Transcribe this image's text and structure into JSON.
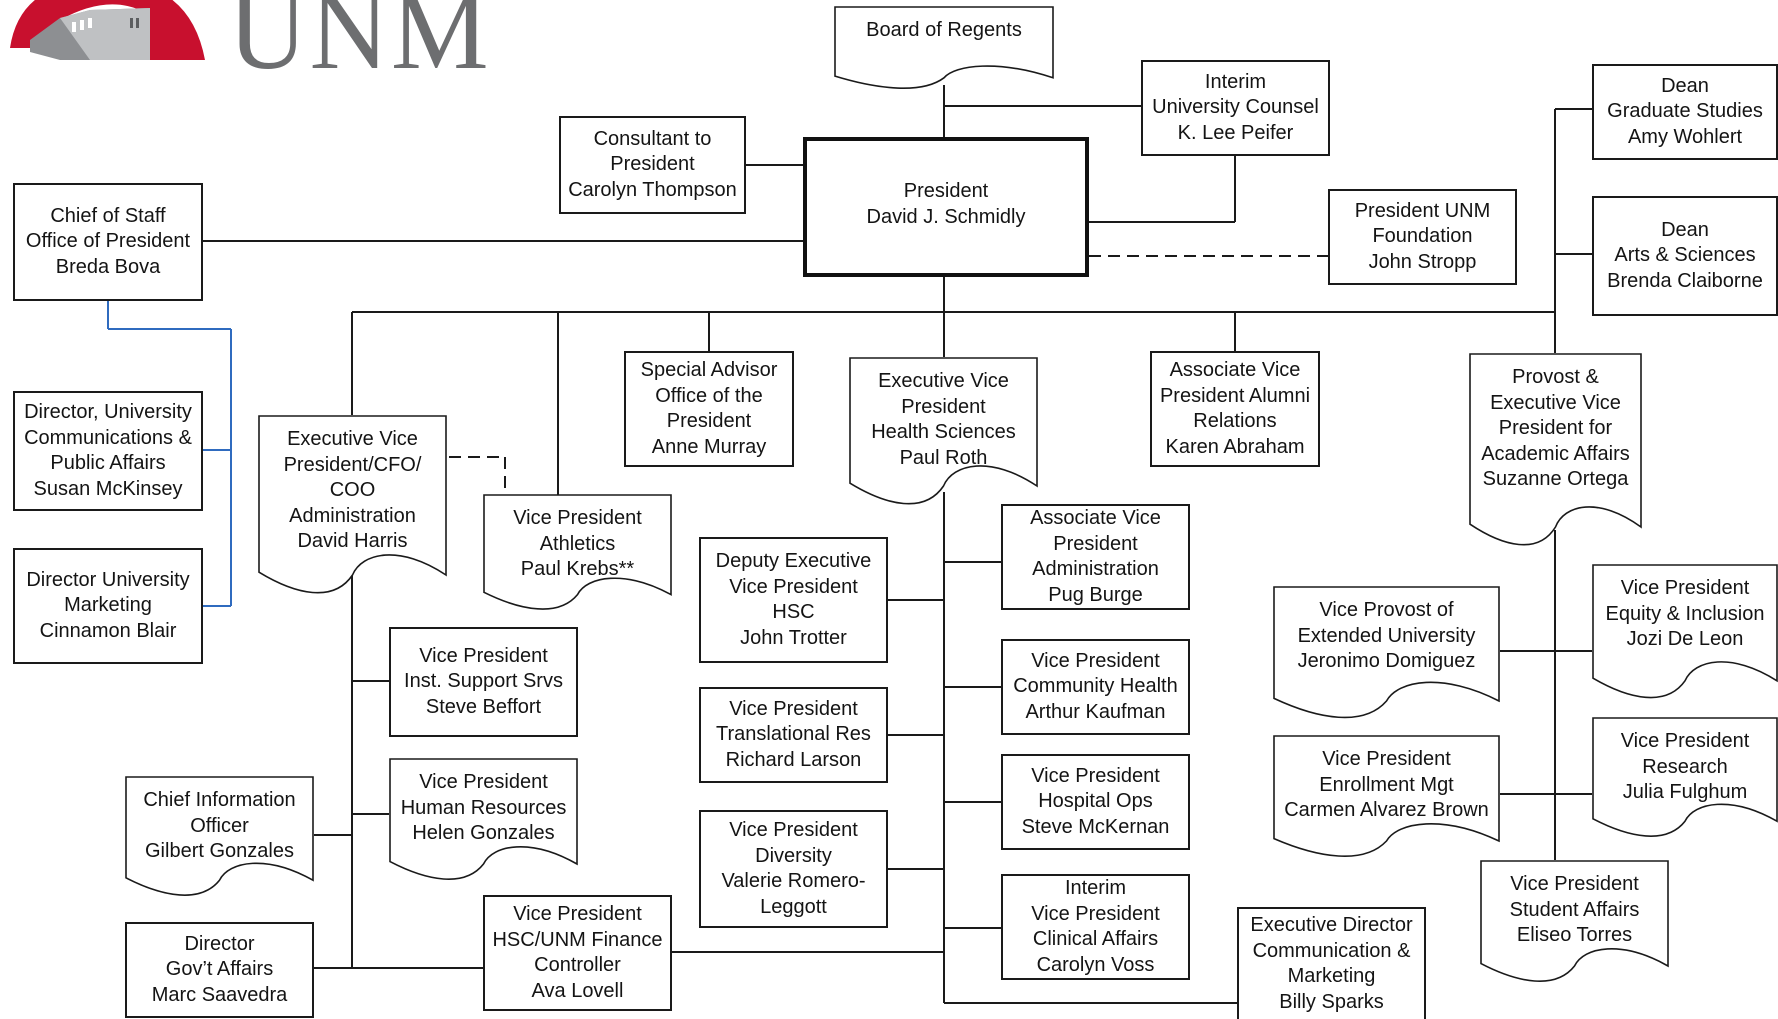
{
  "logo": {
    "text": "UNM",
    "color": "#c8102e",
    "text_color": "#6d6e70"
  },
  "colors": {
    "line": "#1a1a1a",
    "staff_line": "#2f6bbf"
  },
  "nodes": {
    "board": [
      "Board of Regents"
    ],
    "interim_counsel": [
      "Interim",
      "University Counsel",
      "K. Lee Peifer"
    ],
    "consultant": [
      "Consultant to",
      "President",
      "Carolyn Thompson"
    ],
    "president": [
      "President",
      "David J. Schmidly"
    ],
    "foundation": [
      "President UNM",
      "Foundation",
      "John Stropp"
    ],
    "dean_grad": [
      "Dean",
      "Graduate Studies",
      "Amy Wohlert"
    ],
    "dean_arts": [
      "Dean",
      "Arts & Sciences",
      "Brenda Claiborne"
    ],
    "chief_staff": [
      "Chief of Staff",
      "Office of President",
      "Breda Bova"
    ],
    "dir_comm": [
      "Director, University",
      "Communications &",
      "Public Affairs",
      "Susan McKinsey"
    ],
    "dir_mkt": [
      "Director University",
      "Marketing",
      "Cinnamon Blair"
    ],
    "evp_cfo": [
      "Executive Vice",
      "President/CFO/",
      "COO",
      "Administration",
      "David Harris"
    ],
    "vp_athletics": [
      "Vice President",
      "Athletics",
      "Paul Krebs**"
    ],
    "special_advisor": [
      "Special Advisor",
      "Office of the",
      "President",
      "Anne Murray"
    ],
    "evp_health": [
      "Executive Vice",
      "President",
      "Health Sciences",
      "Paul Roth"
    ],
    "avp_alumni": [
      "Associate Vice",
      "President Alumni",
      "Relations",
      "Karen Abraham"
    ],
    "provost": [
      "Provost &",
      "Executive Vice",
      "President for",
      "Academic Affairs",
      "Suzanne Ortega"
    ],
    "avp_admin": [
      "Associate Vice",
      "President",
      "Administration",
      "Pug Burge"
    ],
    "deputy_evp": [
      "Deputy Executive",
      "Vice President",
      "HSC",
      "John Trotter"
    ],
    "vice_provost": [
      "Vice Provost of",
      "Extended University",
      "Jeronimo Domiguez"
    ],
    "vp_equity": [
      "Vice President",
      "Equity & Inclusion",
      "Jozi De Leon"
    ],
    "vp_inst": [
      "Vice President",
      "Inst. Support Srvs",
      "Steve Beffort"
    ],
    "vp_community": [
      "Vice President",
      "Community Health",
      "Arthur Kaufman"
    ],
    "vp_translational": [
      "Vice President",
      "Translational Res",
      "Richard Larson"
    ],
    "vp_enrollment": [
      "Vice President",
      "Enrollment Mgt",
      "Carmen Alvarez Brown"
    ],
    "vp_research": [
      "Vice President",
      "Research",
      "Julia Fulghum"
    ],
    "cio": [
      "Chief Information",
      "Officer",
      "Gilbert Gonzales"
    ],
    "vp_hr": [
      "Vice President",
      "Human Resources",
      "Helen Gonzales"
    ],
    "vp_hospital": [
      "Vice President",
      "Hospital Ops",
      "Steve McKernan"
    ],
    "vp_diversity": [
      "Vice President",
      "Diversity",
      "Valerie Romero-",
      "Leggott"
    ],
    "vp_student": [
      "Vice President",
      "Student Affairs",
      "Eliseo Torres"
    ],
    "dir_govt": [
      "Director",
      "Gov’t Affairs",
      "Marc Saavedra"
    ],
    "vp_finance": [
      "Vice President",
      "HSC/UNM Finance",
      "Controller",
      "Ava Lovell"
    ],
    "vp_clinical": [
      "Interim",
      "Vice President",
      "Clinical Affairs",
      "Carolyn Voss"
    ],
    "exec_dir_comm": [
      "Executive Director",
      "Communication &",
      "Marketing",
      "Billy Sparks"
    ]
  }
}
